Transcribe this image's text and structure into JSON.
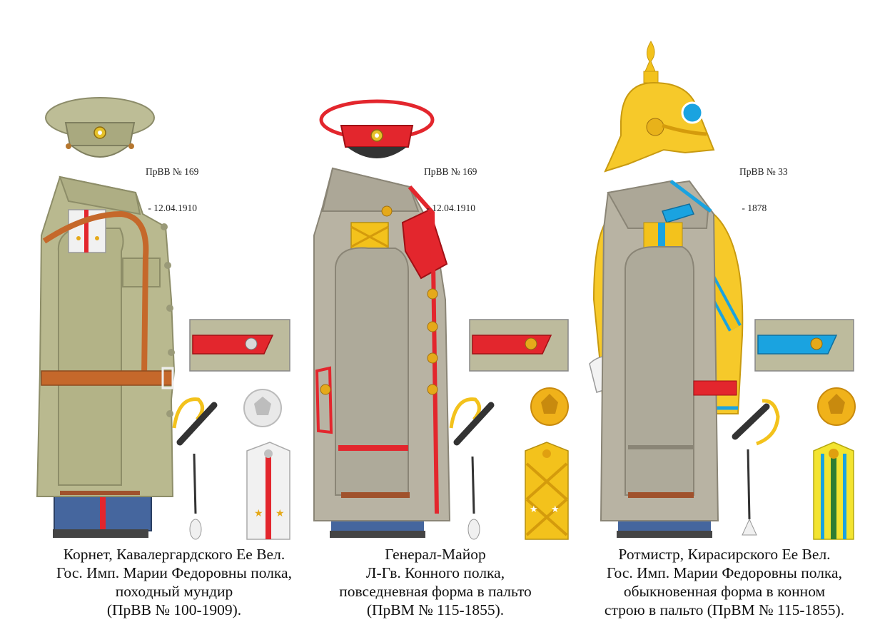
{
  "figures": [
    {
      "ref": [
        "ПрВВ № 169",
        " - 12.04.1910"
      ],
      "caption": [
        "Корнет, Кавалергардского Ее Вел.",
        "Гос. Имп. Марии Федоровны полка,",
        "походный мундир",
        "(ПрВВ № 100-1909)."
      ]
    },
    {
      "ref": [
        "ПрВВ № 169",
        " - 12.04.1910"
      ],
      "caption": [
        "Генерал-Майор",
        "Л-Гв. Конного полка,",
        "повседневная форма в пальто",
        "(ПрВМ № 115-1855)."
      ]
    },
    {
      "ref": [
        "ПрВВ № 33",
        " - 1878"
      ],
      "caption": [
        "Ротмистр, Кирасирского Ее Вел.",
        "Гос. Имп. Марии Федоровны полка,",
        "обыкновенная форма в конном",
        "строю в пальто (ПрВМ № 115-1855)."
      ]
    }
  ],
  "colors": {
    "khaki": "#b9b98f",
    "grey_coat": "#b8b3a3",
    "red": "#e3262d",
    "light_blue": "#1aa3e0",
    "gold": "#f3c21c",
    "trouser_blue": "#45669e",
    "brown_belt": "#c5682b"
  }
}
